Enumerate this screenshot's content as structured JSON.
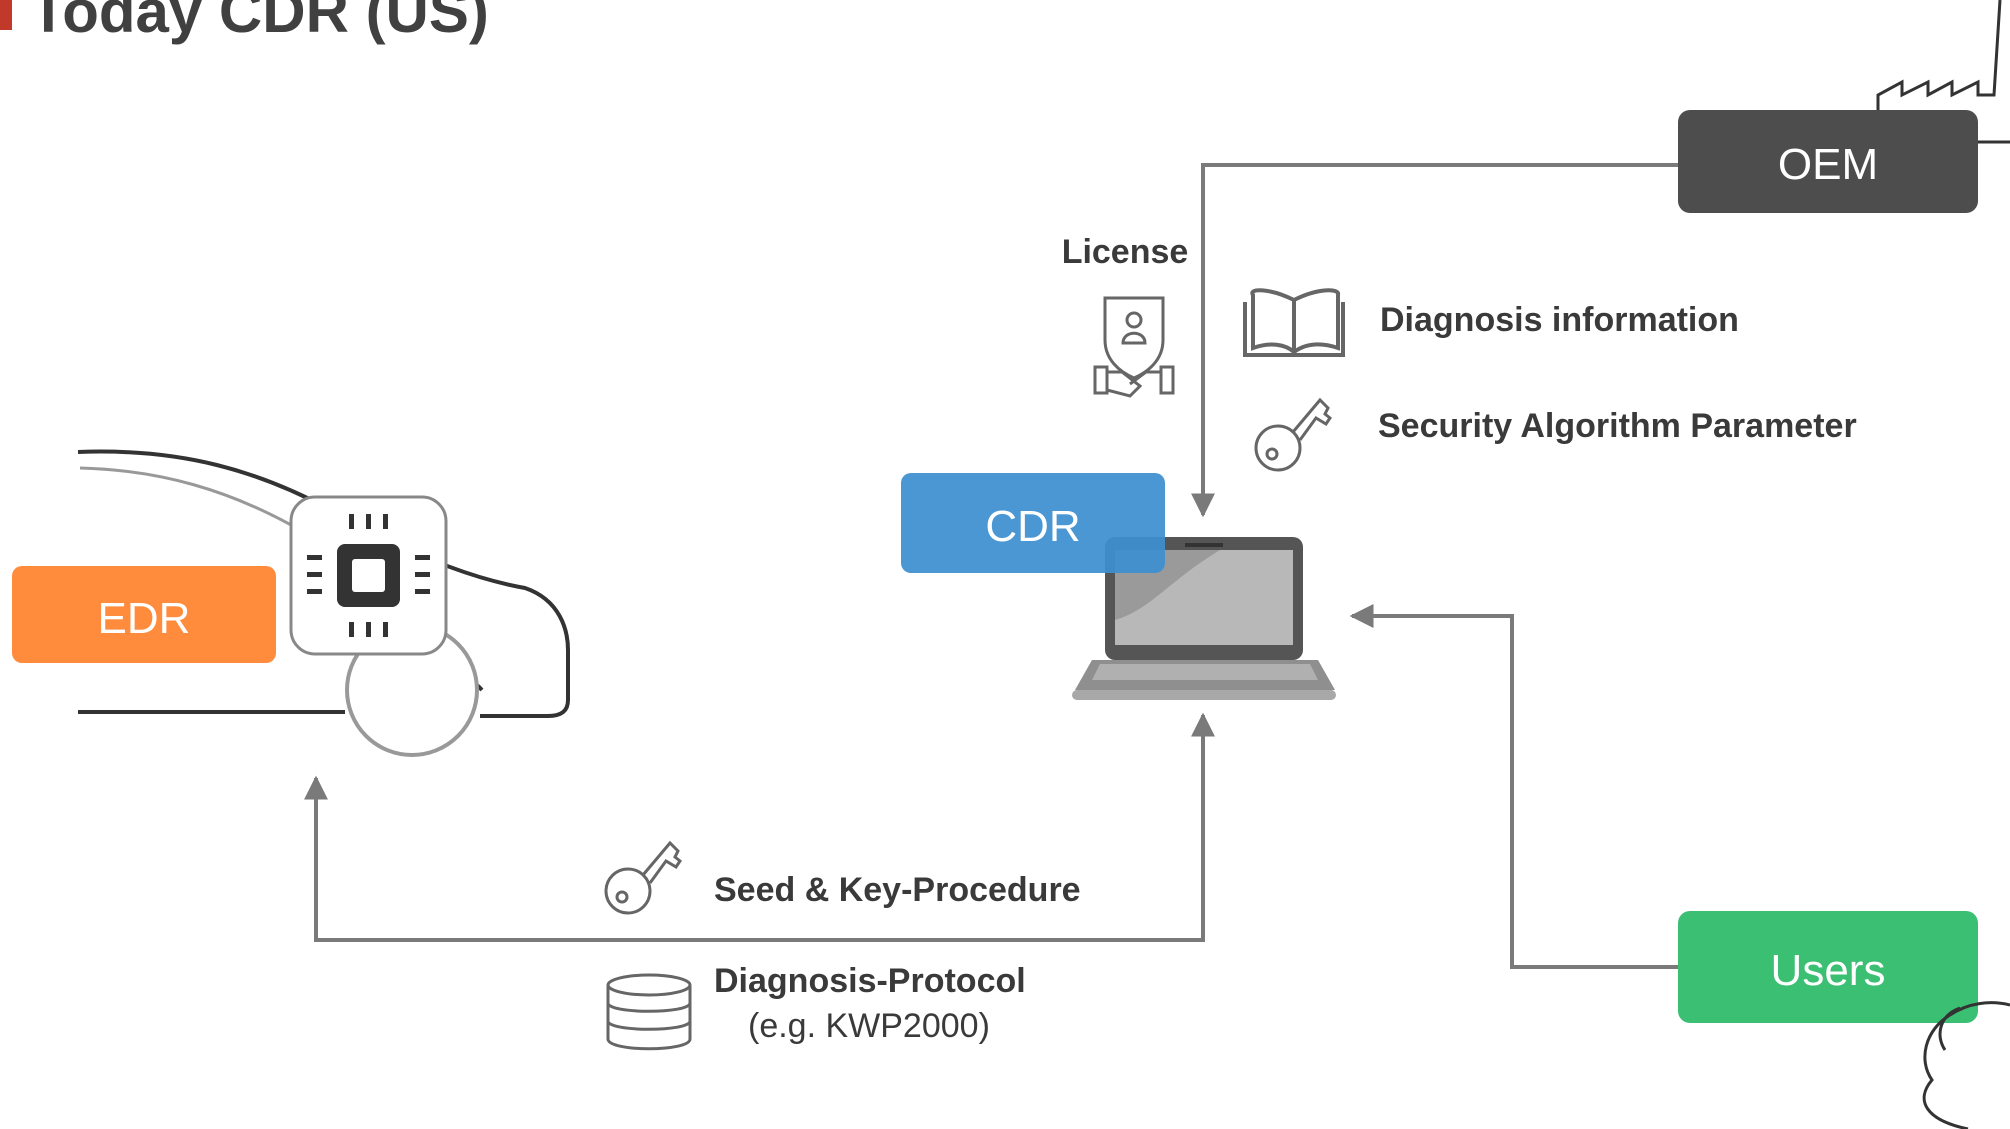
{
  "title": "Today CDR (US)",
  "nodes": {
    "edr": "EDR",
    "cdr": "CDR",
    "oem": "OEM",
    "users": "Users"
  },
  "labels": {
    "license": "License",
    "diagnosis_information": "Diagnosis information",
    "security_algorithm_parameter": "Security Algorithm Parameter",
    "seed_key_procedure": "Seed & Key-Procedure",
    "diagnosis_protocol": "Diagnosis-Protocol",
    "diagnosis_protocol_example": "(e.g. KWP2000)"
  },
  "colors": {
    "accent_red": "#c0392b",
    "edr": "#ff8b3d",
    "cdr": "#3d8fd0",
    "oem": "#4d4d4d",
    "users": "#3bbf73",
    "lines": "#7a7a7a"
  },
  "icons": [
    "chip-icon",
    "laptop-icon",
    "license-shield-icon",
    "book-icon",
    "key-icon",
    "database-icon",
    "factory-icon",
    "users-icon",
    "car-outline"
  ]
}
